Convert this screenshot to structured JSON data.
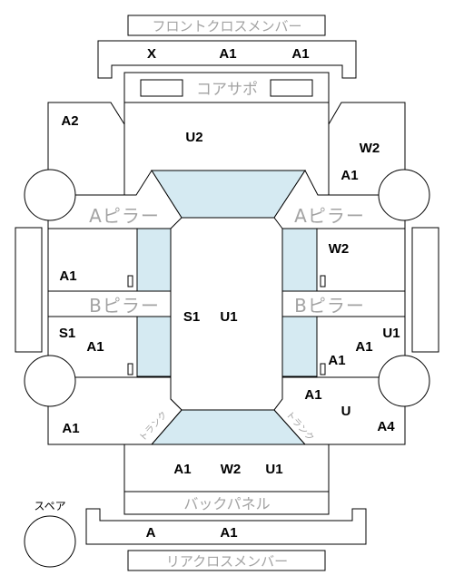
{
  "colors": {
    "line": "#000000",
    "glass": "#d5eaf2",
    "gray_text": "#a3a3a3"
  },
  "sections": {
    "front_cross_member": "フロントクロスメンバー",
    "core_support": "コアサポ",
    "a_pillar_left": "Aピラー",
    "a_pillar_right": "Aピラー",
    "b_pillar_left": "Bピラー",
    "b_pillar_right": "Bピラー",
    "trunk_left": "トランク",
    "trunk_right": "トランク",
    "back_panel": "バックパネル",
    "spare": "スペア",
    "rear_cross_member": "リアクロスメンバー"
  },
  "grades": {
    "front_cross_left": "X",
    "front_cross_mid": "A1",
    "front_cross_right": "A1",
    "bonnet": "U2",
    "front_fender_left": "A2",
    "front_fender_right_top": "W2",
    "front_fender_right_bottom": "A1",
    "front_door_left": "A1",
    "front_door_right": "W2",
    "roof_1": "S1",
    "roof_2": "U1",
    "rear_door_left_1": "S1",
    "rear_door_left_2": "A1",
    "rear_door_right_1": "U1",
    "rear_door_right_2": "A1",
    "rear_door_right_3": "A1",
    "rear_fender_right_1": "A1",
    "rear_fender_right_2": "U",
    "rear_fender_right_3": "A4",
    "rear_fender_left": "A1",
    "trunk_1": "A1",
    "trunk_2": "W2",
    "trunk_3": "U1",
    "rear_cross_left": "A",
    "rear_cross_right": "A1"
  }
}
